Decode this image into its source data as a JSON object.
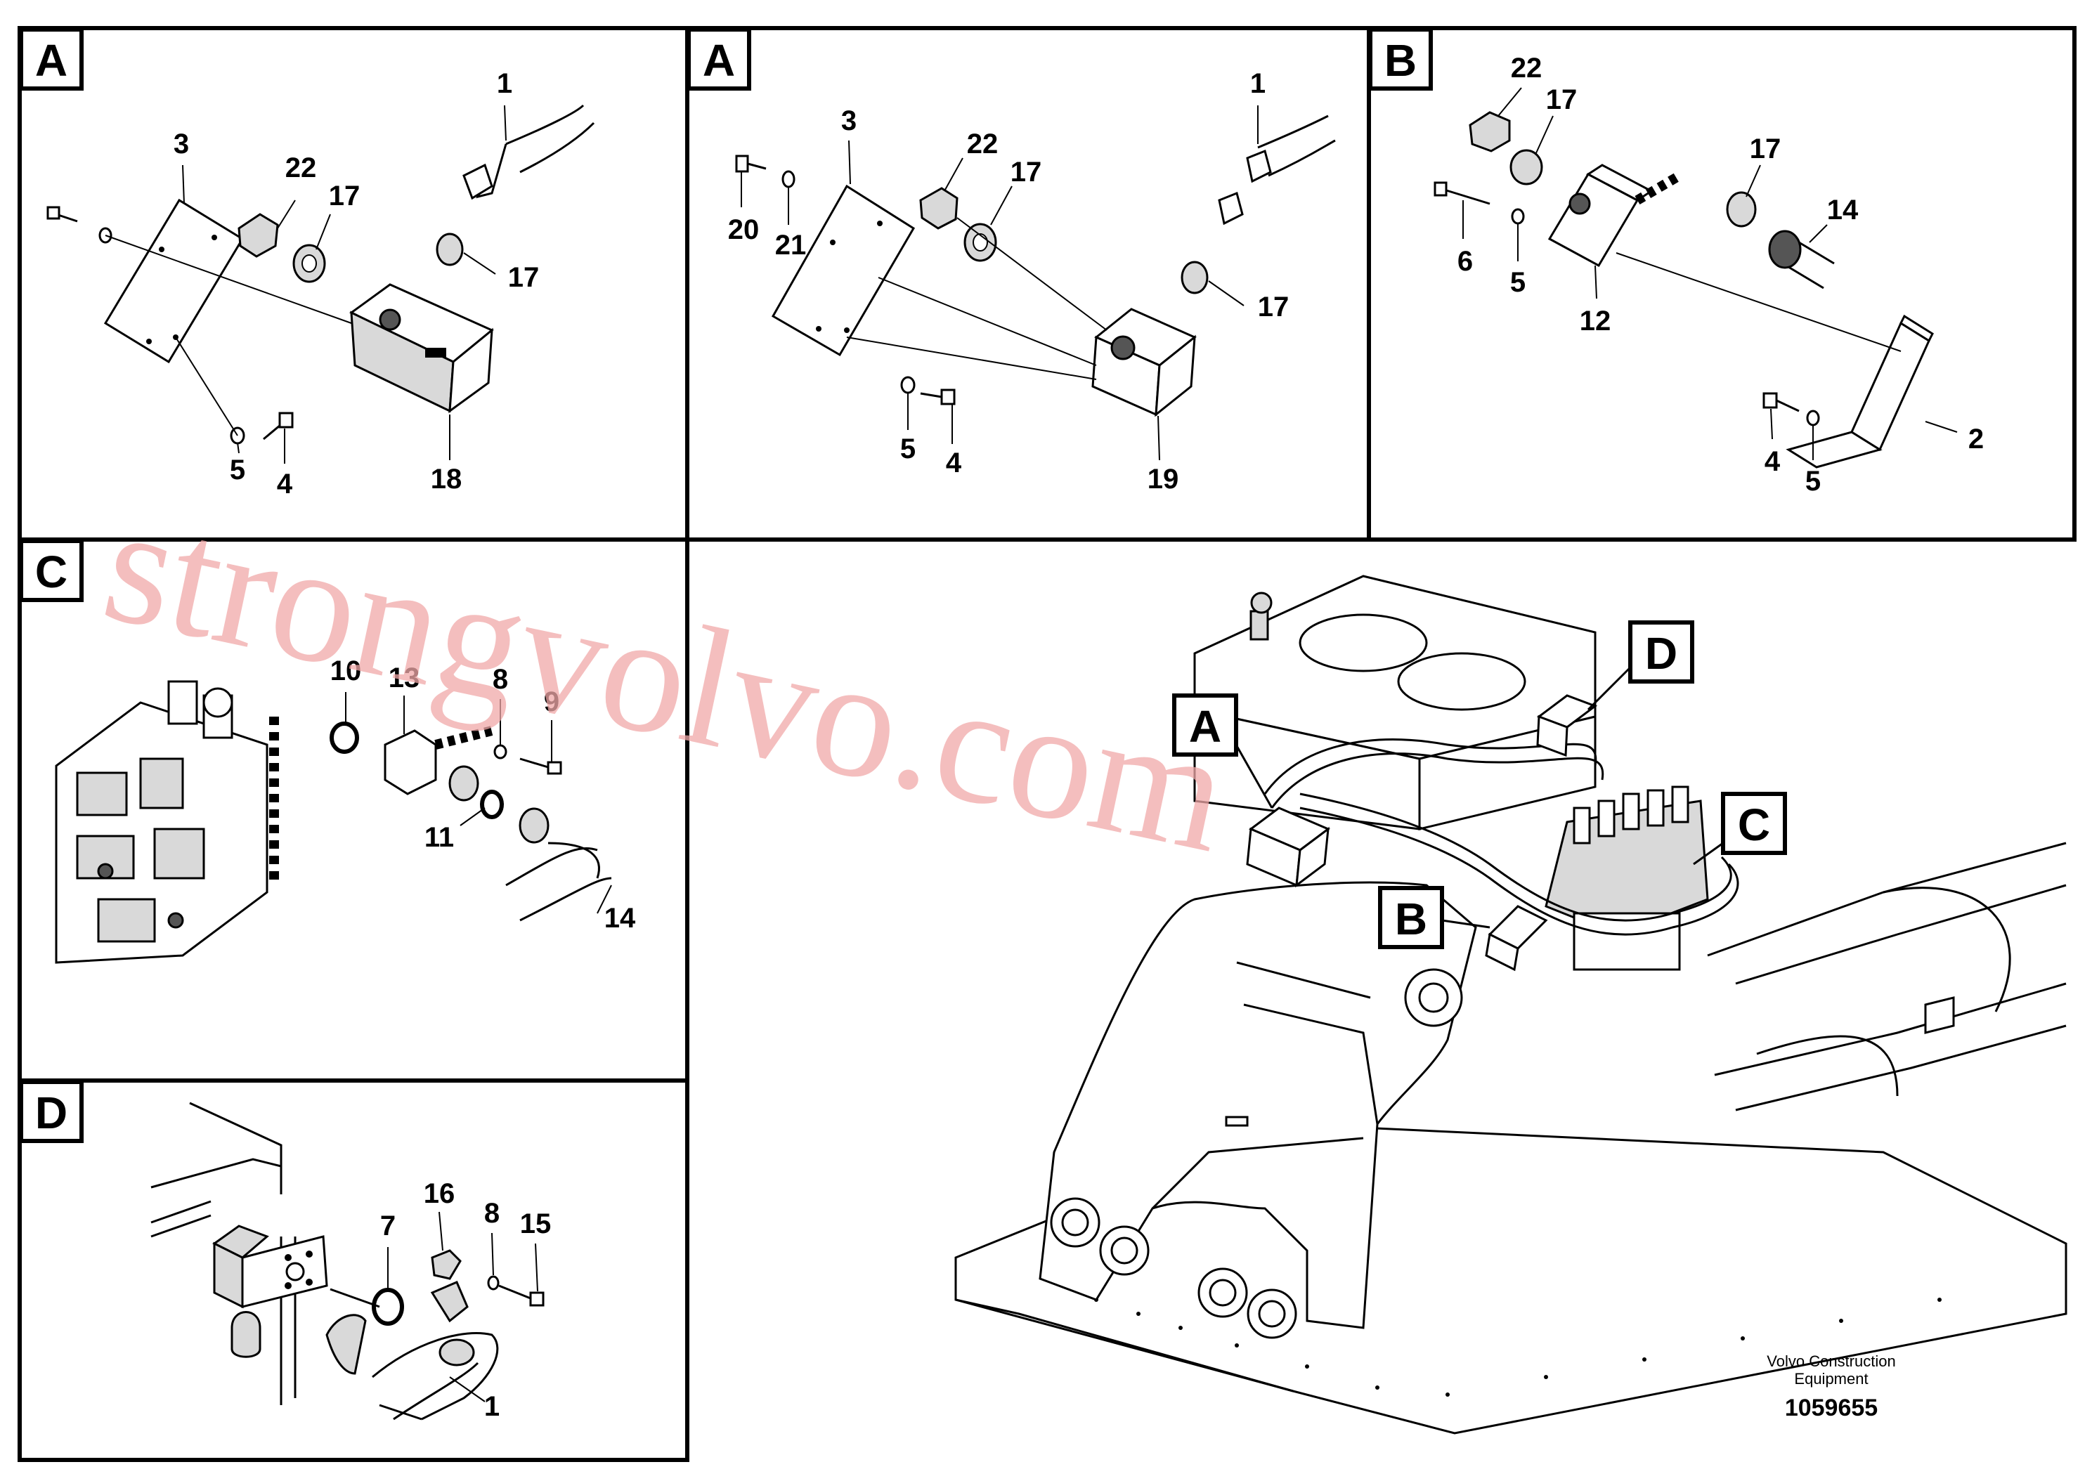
{
  "panels": {
    "a1": {
      "tag": "A",
      "labels": {
        "l1": "1",
        "l3": "3",
        "l22": "22",
        "l17a": "17",
        "l17b": "17",
        "l5": "5",
        "l4": "4",
        "l18": "18"
      }
    },
    "a2": {
      "tag": "A",
      "labels": {
        "l1": "1",
        "l3": "3",
        "l22": "22",
        "l17a": "17",
        "l17b": "17",
        "l20": "20",
        "l21": "21",
        "l5": "5",
        "l4": "4",
        "l19": "19"
      }
    },
    "b": {
      "tag": "B",
      "labels": {
        "l22": "22",
        "l17a": "17",
        "l17b": "17",
        "l14": "14",
        "l6": "6",
        "l5a": "5",
        "l12": "12",
        "l4": "4",
        "l5b": "5",
        "l2": "2"
      }
    },
    "c": {
      "tag": "C",
      "labels": {
        "l10": "10",
        "l13": "13",
        "l8": "8",
        "l9": "9",
        "l11": "11",
        "l14": "14"
      }
    },
    "d": {
      "tag": "D",
      "labels": {
        "l16": "16",
        "l7": "7",
        "l8": "8",
        "l15": "15",
        "l1": "1"
      }
    },
    "main": {
      "callouts": {
        "a": "A",
        "b": "B",
        "c": "C",
        "d": "D"
      }
    }
  },
  "watermark": "strongvolvo.com",
  "credit": {
    "line1": "Volvo Construction",
    "line2": "Equipment"
  },
  "document_number": "1059655"
}
